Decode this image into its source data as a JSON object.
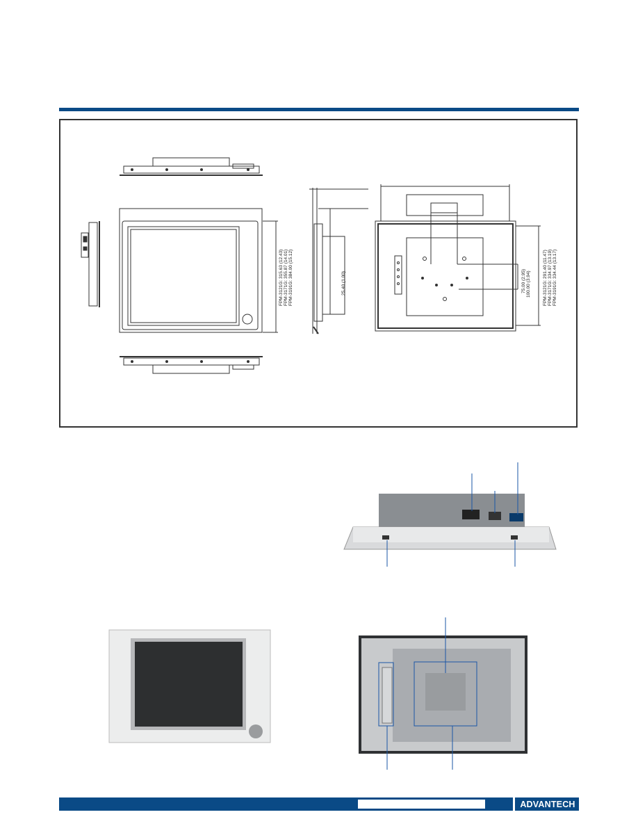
{
  "dimensions": {
    "front_width_label": "FPM-3121G: 315.63 (12.43)",
    "front_width_label_b": "FPM-3171G: 355.87 (14.01)",
    "front_width_label_c": "FPM-3191G: 384.00 (15.12)",
    "depth_label": "25.40 (1.00)",
    "rear_vesa_a": "75.00 (2.95)",
    "rear_vesa_b": "100.00 (3.94)",
    "rear_width_a": "FPM-3121G: 291.40 (11.47)",
    "rear_width_b": "FPM-3171G: 334.97 (13.19)",
    "rear_width_c": "FPM-3191G: 334.44 (13.17)"
  },
  "footer": {
    "brand": "ADVANTECH"
  },
  "colors": {
    "brand_blue": "#0a4a86",
    "callout_blue": "#1a56a6"
  }
}
